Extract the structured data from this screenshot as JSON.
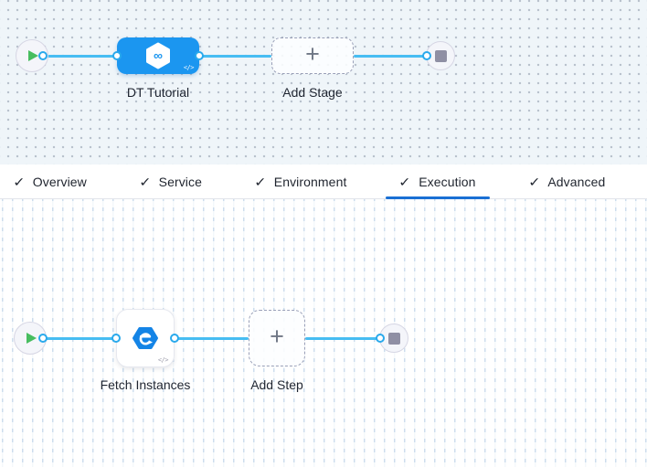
{
  "colors": {
    "connector_blue": "#47bdf2",
    "stage_node_blue": "#1b96f0",
    "step_icon_blue": "#1484e6",
    "active_tab_underline": "#1a70d4",
    "play_green": "#47bd5f",
    "stop_gray": "#8f8fa4"
  },
  "icons": {
    "check": "✓",
    "plus": "+",
    "code_badge": "</>",
    "infinity": "∞"
  },
  "stage_pipeline": {
    "stage": {
      "label": "DT Tutorial"
    },
    "add_stage": {
      "label": "Add Stage"
    }
  },
  "tabs": {
    "active": "Execution",
    "items": [
      {
        "label": "Overview"
      },
      {
        "label": "Service"
      },
      {
        "label": "Environment"
      },
      {
        "label": "Execution"
      },
      {
        "label": "Advanced"
      }
    ]
  },
  "execution_pipeline": {
    "step": {
      "label": "Fetch Instances"
    },
    "add_step": {
      "label": "Add Step"
    }
  }
}
